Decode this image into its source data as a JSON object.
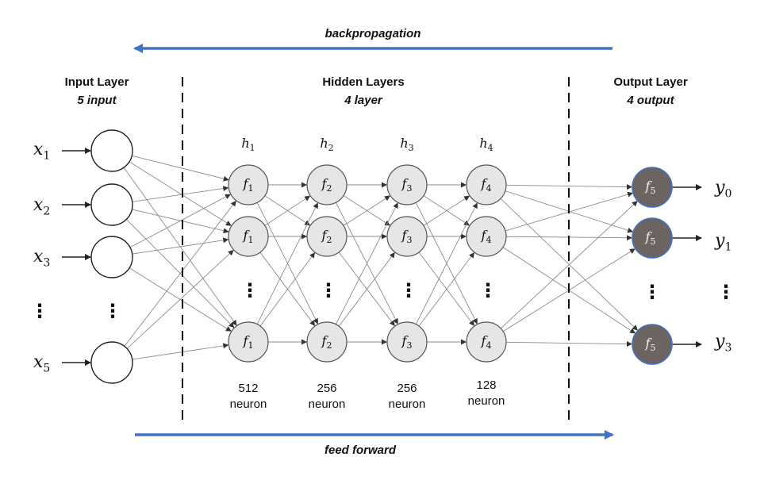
{
  "arrows": {
    "backprop_label": "backpropagation",
    "feedforward_label": "feed forward",
    "color": "#4472c4"
  },
  "input_layer": {
    "title": "Input Layer",
    "subtitle": "5 input"
  },
  "hidden_layers": {
    "title": "Hidden Layers",
    "subtitle": "4 layer"
  },
  "output_layer": {
    "title": "Output Layer",
    "subtitle": "4 output"
  },
  "inputs": [
    {
      "base": "x",
      "sub": "1"
    },
    {
      "base": "x",
      "sub": "2"
    },
    {
      "base": "x",
      "sub": "3"
    },
    {
      "base": "x",
      "sub": "5"
    }
  ],
  "outputs": [
    {
      "base": "y",
      "sub": "0"
    },
    {
      "base": "y",
      "sub": "1"
    },
    {
      "base": "y",
      "sub": "3"
    }
  ],
  "layers": [
    {
      "label_base": "h",
      "label_sub": "1",
      "act_base": "f",
      "act_sub": "1",
      "count": "512",
      "unit": "neuron"
    },
    {
      "label_base": "h",
      "label_sub": "2",
      "act_base": "f",
      "act_sub": "2",
      "count": "256",
      "unit": "neuron"
    },
    {
      "label_base": "h",
      "label_sub": "3",
      "act_base": "f",
      "act_sub": "3",
      "count": "256",
      "unit": "neuron"
    },
    {
      "label_base": "h",
      "label_sub": "4",
      "act_base": "f",
      "act_sub": "4",
      "count": "128",
      "unit": "neuron"
    }
  ],
  "output_activation": {
    "base": "f",
    "sub": "5"
  },
  "ellipsis": "⋮",
  "colors": {
    "input_node_fill": "#ffffff",
    "hidden_node_fill": "#e6e6e6",
    "output_node_fill": "#6b6461",
    "output_node_stroke": "#4472c4"
  }
}
